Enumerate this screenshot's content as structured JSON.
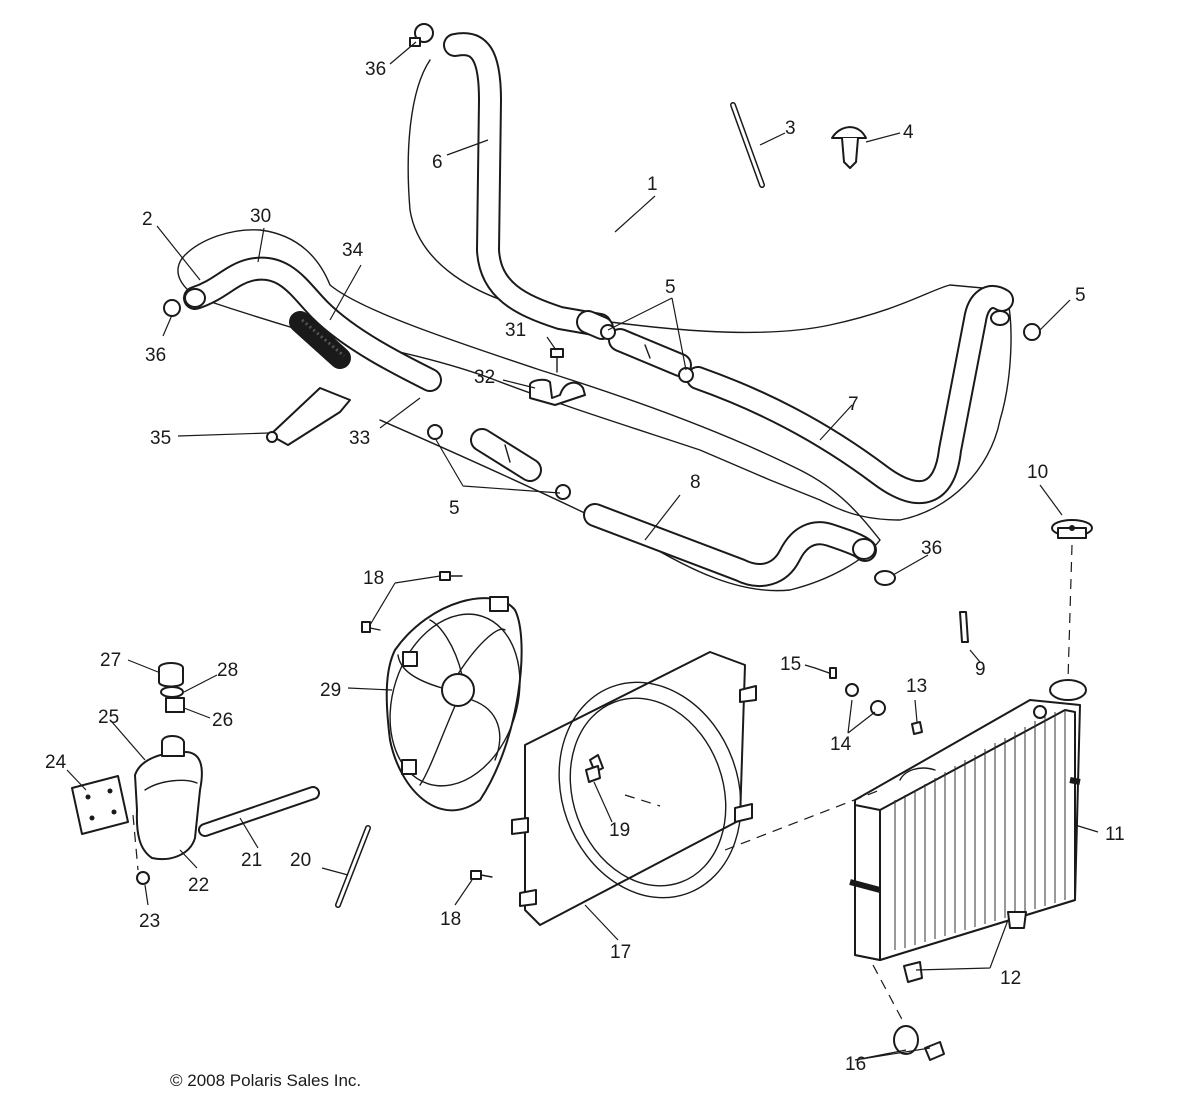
{
  "diagram": {
    "title": "Cooling System Exploded View",
    "copyright": "© 2008 Polaris Sales Inc.",
    "callouts": {
      "c1": "1",
      "c2": "2",
      "c3": "3",
      "c4": "4",
      "c5a": "5",
      "c5b": "5",
      "c5c": "5",
      "c6": "6",
      "c7": "7",
      "c8": "8",
      "c9": "9",
      "c10": "10",
      "c11": "11",
      "c12": "12",
      "c13": "13",
      "c14": "14",
      "c15": "15",
      "c16": "16",
      "c17": "17",
      "c18a": "18",
      "c18b": "18",
      "c19": "19",
      "c20": "20",
      "c21": "21",
      "c22": "22",
      "c23": "23",
      "c24": "24",
      "c25": "25",
      "c26": "26",
      "c27": "27",
      "c28": "28",
      "c29": "29",
      "c30": "30",
      "c31": "31",
      "c32": "32",
      "c33": "33",
      "c34": "34",
      "c35": "35",
      "c36a": "36",
      "c36b": "36",
      "c36c": "36"
    }
  }
}
